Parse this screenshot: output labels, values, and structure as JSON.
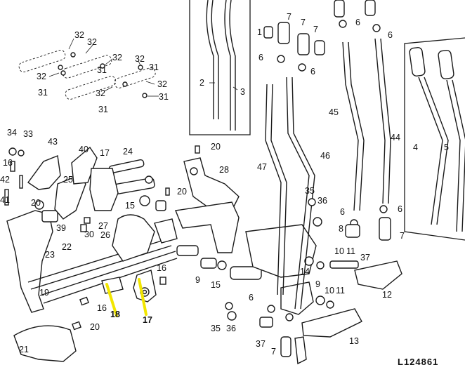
{
  "diagram": {
    "reference_code": "L124861",
    "accent_color": "#f2e600",
    "callouts": [
      "32",
      "32",
      "32",
      "32",
      "32",
      "32",
      "32",
      "31",
      "31",
      "31",
      "31",
      "31",
      "34",
      "33",
      "43",
      "40",
      "17",
      "24",
      "20",
      "28",
      "16",
      "25",
      "42",
      "20",
      "41",
      "39",
      "30",
      "27",
      "26",
      "15",
      "20",
      "22",
      "23",
      "9",
      "15",
      "19",
      "16",
      "18",
      "17",
      "16",
      "20",
      "21",
      "7",
      "7",
      "7",
      "1",
      "6",
      "6",
      "6",
      "6",
      "2",
      "3",
      "45",
      "46",
      "47",
      "44",
      "4",
      "5",
      "35",
      "36",
      "6",
      "6",
      "8",
      "7",
      "10",
      "11",
      "12",
      "14",
      "10",
      "11",
      "9",
      "37",
      "36",
      "35",
      "6",
      "37",
      "7",
      "13"
    ],
    "highlighted_callouts": [
      "18",
      "17"
    ]
  }
}
